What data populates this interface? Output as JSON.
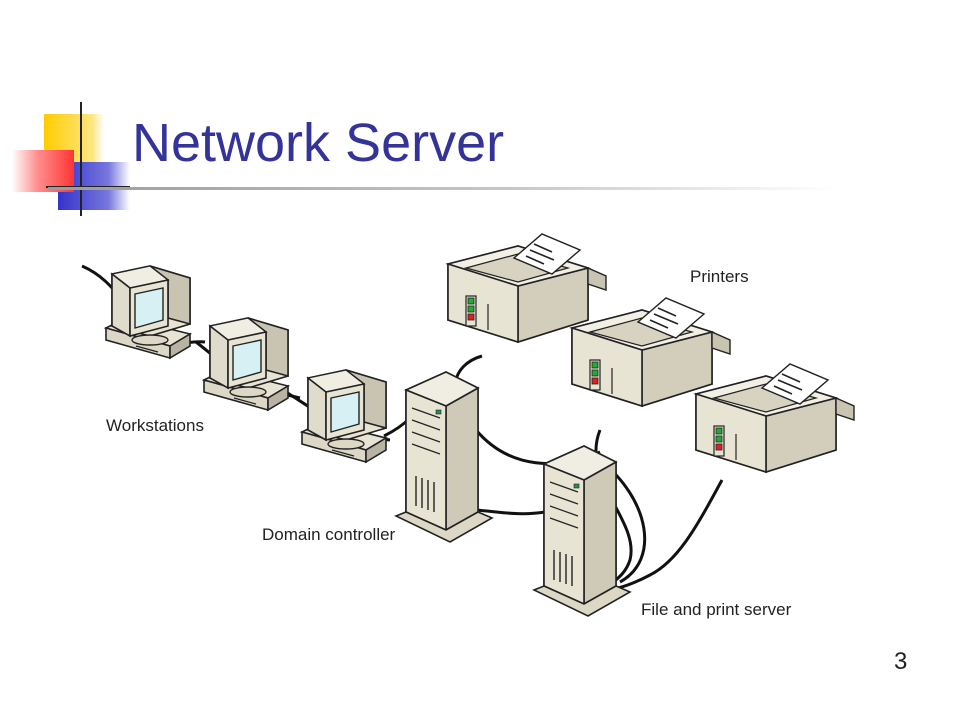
{
  "slide": {
    "title": "Network Server",
    "page_number": "3"
  },
  "diagram": {
    "labels": {
      "workstations": "Workstations",
      "domain_controller": "Domain controller",
      "printers": "Printers",
      "file_print_server": "File and print server"
    },
    "devices": {
      "workstations": 3,
      "servers": 2,
      "printers": 3
    }
  },
  "colors": {
    "title": "#333399",
    "deco_yellow": "#FFCC00",
    "deco_blue": "#3333CC",
    "deco_red": "#FF3333",
    "device_body": "#E8E4D4",
    "screen": "#D6F0F4"
  }
}
